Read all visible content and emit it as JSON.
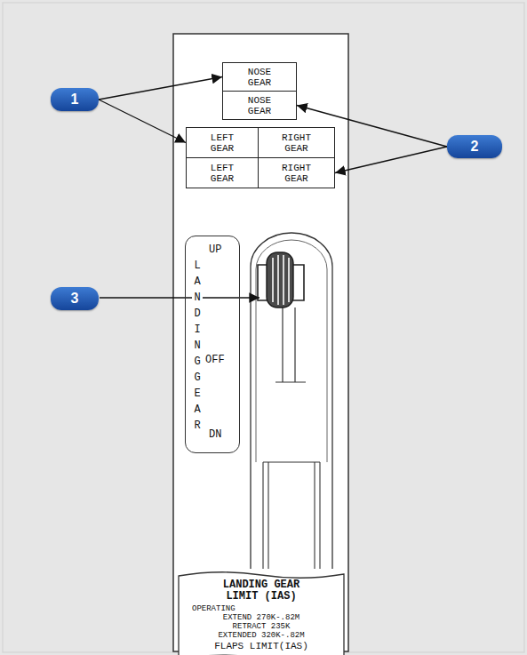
{
  "diagram": {
    "nodes": [
      {
        "text": [
          "1"
        ]
      },
      {
        "text": [
          "2"
        ]
      },
      {
        "text": [
          "3"
        ]
      },
      {
        "text": [
          "NOSE GEAR"
        ]
      },
      {
        "text": [
          "NOSE GEAR"
        ]
      },
      {
        "text": [
          "LEFT GEAR"
        ]
      },
      {
        "text": [
          "RIGHT GEAR"
        ]
      },
      {
        "text": [
          "LEFT GEAR"
        ]
      },
      {
        "text": [
          "RIGHT GEAR"
        ]
      },
      {
        "text": [
          "LANDING GEAR",
          "UP",
          "OFF",
          "DN"
        ]
      },
      {
        "text": [
          "LANDING GEAR LIMIT (IAS)",
          "OPERATING",
          "EXTEND 270K-.82M",
          "RETRACT 235K",
          "EXTENDED 320K-.82M",
          "FLAPS LIMIT(IAS)"
        ]
      }
    ],
    "edges": [
      {
        "from": 0,
        "to": 3,
        "arrow": "to"
      },
      {
        "from": 0,
        "to": 5,
        "arrow": "to"
      },
      {
        "from": 1,
        "to": 4,
        "arrow": "to"
      },
      {
        "from": 1,
        "to": 8,
        "arrow": "to"
      }
    ]
  }
}
